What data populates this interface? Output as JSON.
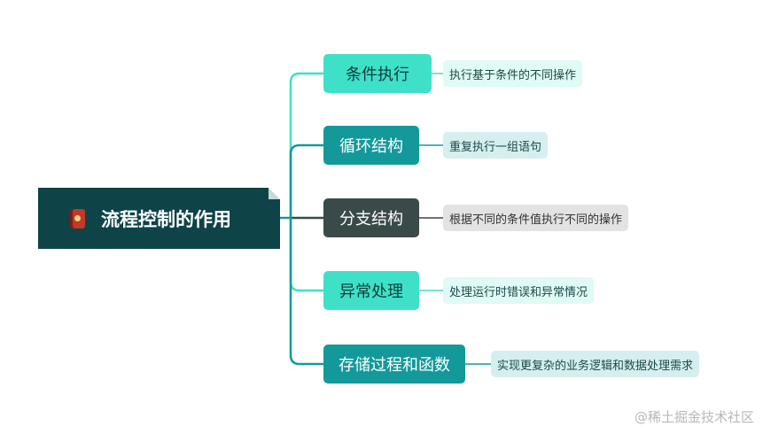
{
  "root": {
    "label": "流程控制的作用",
    "icon": "notebook-icon"
  },
  "branches": [
    {
      "label": "条件执行",
      "detail": "执行基于条件的不同操作",
      "style": "mint"
    },
    {
      "label": "循环结构",
      "detail": "重复执行一组语句",
      "style": "teal"
    },
    {
      "label": "分支结构",
      "detail": "根据不同的条件值执行不同的操作",
      "style": "dark"
    },
    {
      "label": "异常处理",
      "detail": "处理运行时错误和异常情况",
      "style": "mint"
    },
    {
      "label": "存储过程和函数",
      "detail": "实现更复杂的业务逻辑和数据处理需求",
      "style": "teal"
    }
  ],
  "colors": {
    "mint": {
      "fill": "#3ee0c8",
      "text": "#0d3b3a",
      "leaf_fill": "#e0faf5",
      "leaf_text": "#1c4a46",
      "line": "#3ee0c8"
    },
    "teal": {
      "fill": "#14999b",
      "text": "#ffffff",
      "leaf_fill": "#d5eeee",
      "leaf_text": "#1c4a46",
      "line": "#14999b"
    },
    "dark": {
      "fill": "#3a4a48",
      "text": "#ffffff",
      "leaf_fill": "#e3e3e3",
      "leaf_text": "#333333",
      "line": "#3a4a48"
    }
  },
  "watermark": "@稀土掘金技术社区"
}
